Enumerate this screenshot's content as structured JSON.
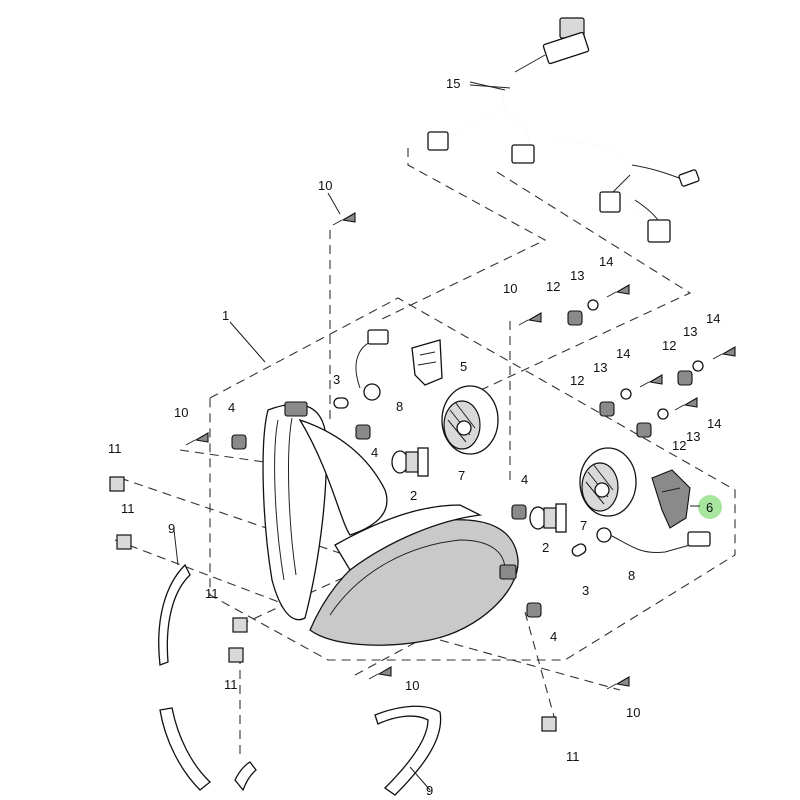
{
  "labels": {
    "l1": "1",
    "l2a": "2",
    "l2b": "2",
    "l3a": "3",
    "l3b": "3",
    "l4a": "4",
    "l4b": "4",
    "l4c": "4",
    "l4d": "4",
    "l5": "5",
    "l6": "6",
    "l7a": "7",
    "l7b": "7",
    "l8a": "8",
    "l8b": "8",
    "l9a": "9",
    "l9b": "9",
    "l10a": "10",
    "l10b": "10",
    "l10c": "10",
    "l10d": "10",
    "l10e": "10",
    "l11a": "11",
    "l11b": "11",
    "l11c": "11",
    "l11d": "11",
    "l11e": "11",
    "l12a": "12",
    "l12b": "12",
    "l12c": "12",
    "l12d": "12",
    "l13a": "13",
    "l13b": "13",
    "l13c": "13",
    "l13d": "13",
    "l14a": "14",
    "l14b": "14",
    "l14c": "14",
    "l14d": "14",
    "l15": "15"
  },
  "highlight": {
    "part": "6",
    "color": "#a8e6a0"
  }
}
